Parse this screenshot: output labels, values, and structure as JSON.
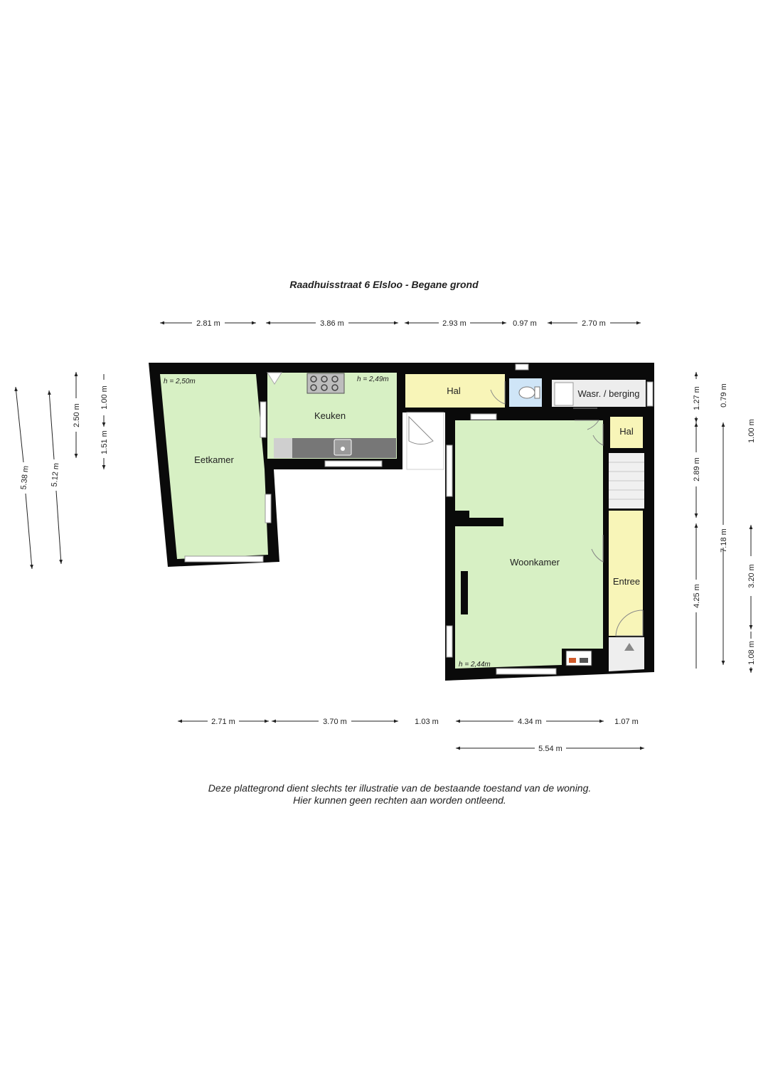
{
  "title": "Raadhuisstraat 6 Elsloo - Begane grond",
  "disclaimer": {
    "line1": "Deze plattegrond dient slechts ter illustratie van de bestaande toestand van de woning.",
    "line2": "Hier kunnen geen rechten aan worden ontleend."
  },
  "rooms": {
    "eetkamer": "Eetkamer",
    "keuken": "Keuken",
    "hal_top": "Hal",
    "wasr": "Wasr. / berging",
    "hal_right": "Hal",
    "woonkamer": "Woonkamer",
    "entree": "Entree"
  },
  "heights": {
    "eetkamer": "h = 2,50m",
    "keuken": "h = 2,49m",
    "woonkamer": "h = 2,44m"
  },
  "dimensions": {
    "top": [
      "2.81 m",
      "3.86 m",
      "2.93 m",
      "0.97 m",
      "2.70 m"
    ],
    "bottom": [
      "2.71 m",
      "3.70 m",
      "1.03 m",
      "4.34 m",
      "1.07 m"
    ],
    "bottom_total": "5.54 m",
    "left": [
      "5.38 m",
      "5.12 m",
      "2.50 m",
      "1.00 m",
      "1.51 m"
    ],
    "right": [
      "1.27 m",
      "0.79 m",
      "2.89 m",
      "1.00 m",
      "7.18 m",
      "4.25 m",
      "3.20 m",
      "1.08 m"
    ]
  },
  "colors": {
    "wall": "#0a0a0a",
    "room_green": "#d7f0c4",
    "room_yellow": "#f8f5b8",
    "toilet_blue": "#cfe5f7",
    "storage_gray": "#ededed",
    "counter_gray": "#777777"
  }
}
